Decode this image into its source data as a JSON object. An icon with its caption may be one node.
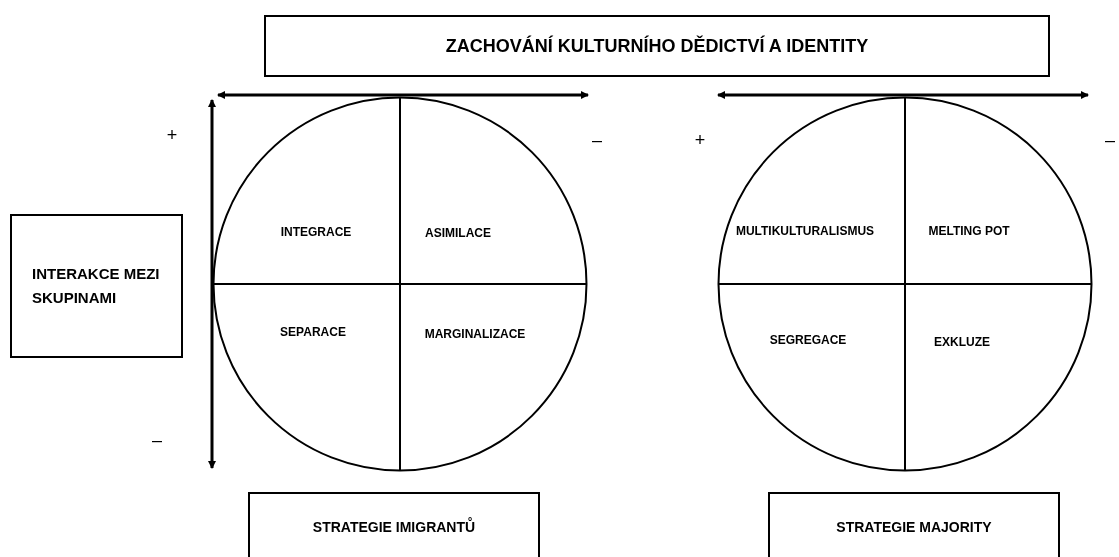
{
  "diagram": {
    "nodes": [
      {
        "text": [
          "ZACHOVÁNÍ KULTURNÍHO DĚDICTVÍ A IDENTITY"
        ]
      },
      {
        "text": [
          "INTERAKCE MEZI SKUPINAMI"
        ]
      },
      {
        "text": [
          "INTEGRACE",
          "ASIMILACE",
          "SEPARACE",
          "MARGINALIZACE"
        ]
      },
      {
        "text": [
          "MULTIKULTURALISMUS",
          "MELTING POT",
          "SEGREGACE",
          "EXKLUZE"
        ]
      },
      {
        "text": [
          "STRATEGIE IMIGRANTŮ"
        ]
      },
      {
        "text": [
          "STRATEGIE MAJORITY"
        ]
      }
    ],
    "labels": [
      "+",
      "–",
      "+",
      "–",
      "–"
    ]
  }
}
